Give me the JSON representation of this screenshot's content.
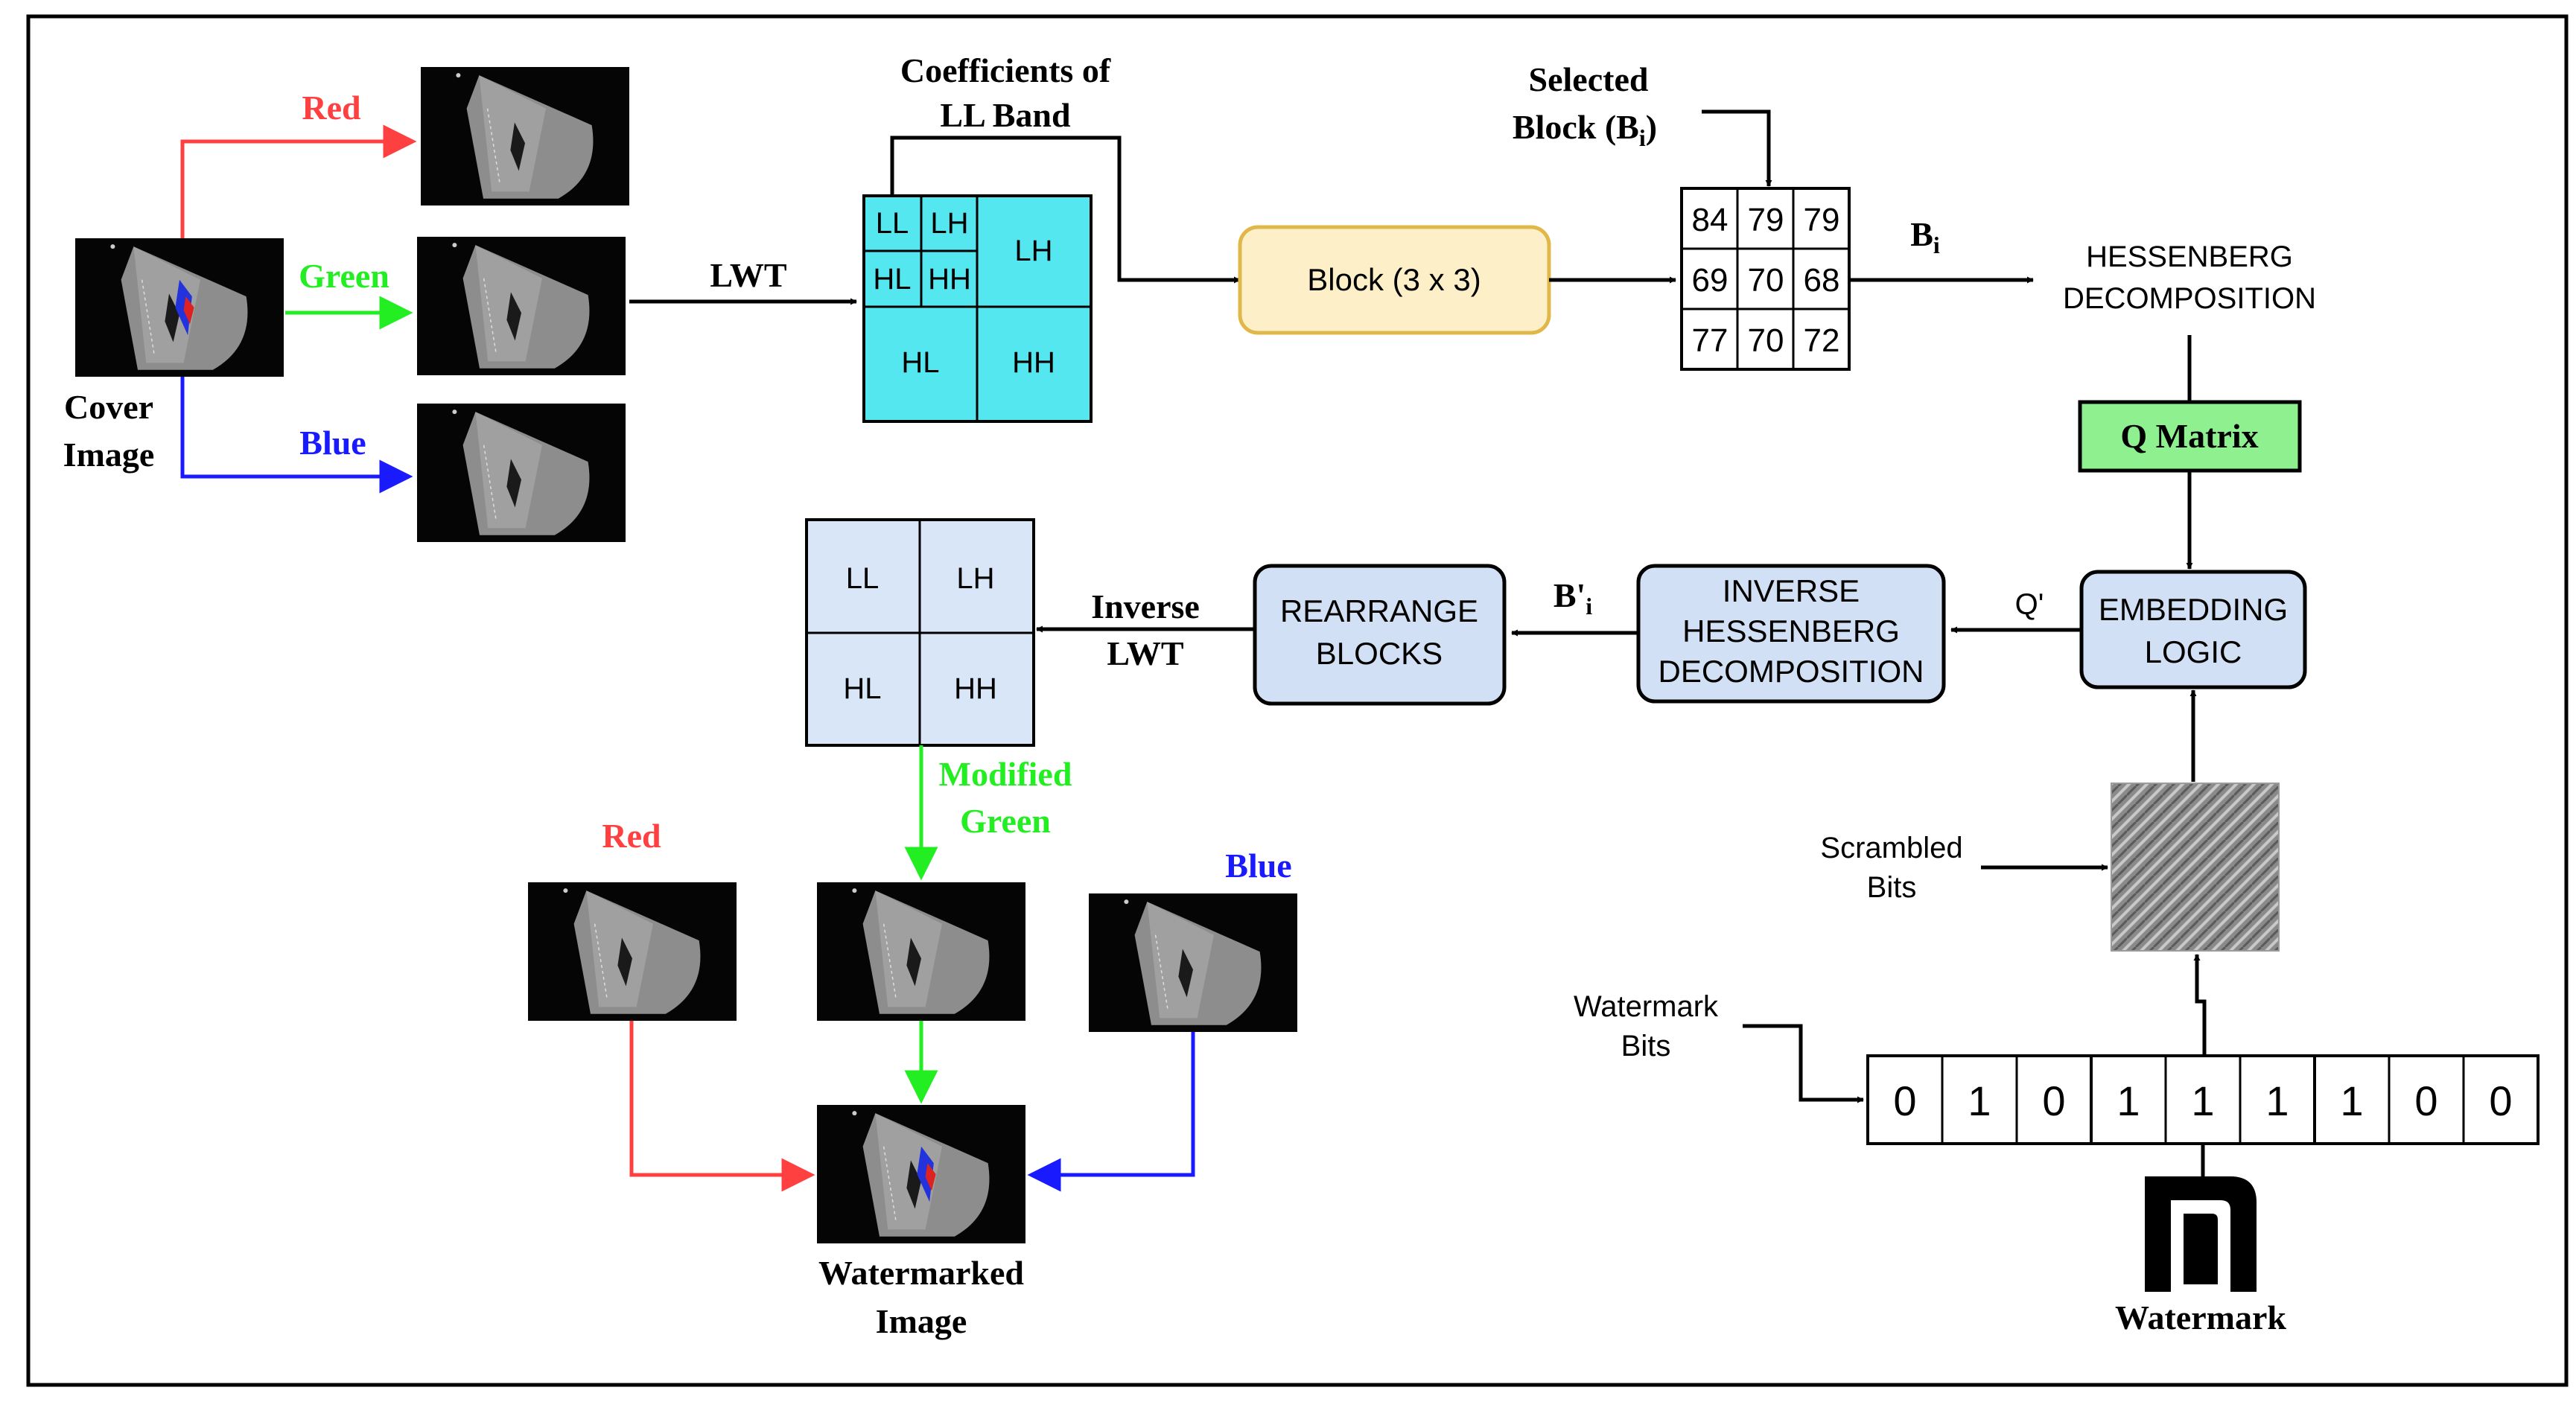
{
  "colors": {
    "red": "#ff4040",
    "green": "#22ee22",
    "blue": "#1a1aff",
    "cyan": "#55e7f0",
    "paleBlue": "#d9e6f8",
    "boxBlue": "#d2e0f5",
    "yellow": "#fdf0c8",
    "yellowBorder": "#e0b84a",
    "qGreen": "#8ef08e"
  },
  "labels": {
    "red_top": "Red",
    "green_top": "Green",
    "blue_top": "Blue",
    "cover_line1": "Cover",
    "cover_line2": "Image",
    "lwt": "LWT",
    "coeff_line1": "Coefficients of",
    "coeff_line2": "LL Band",
    "block": "Block (3 x 3)",
    "selected_line1": "Selected",
    "selected_line2": "Block (B",
    "selected_sub": "i",
    "selected_close": ")",
    "bi_main": "B",
    "bi_sub": "i",
    "hess_line1": "HESSENBERG",
    "hess_line2": "DECOMPOSITION",
    "q_matrix": "Q Matrix",
    "embed_line1": "EMBEDDING",
    "embed_line2": "LOGIC",
    "q_prime": "Q'",
    "inv_hess_line1": "INVERSE",
    "inv_hess_line2": "HESSENBERG",
    "inv_hess_line3": "DECOMPOSITION",
    "bpi_main": "B'",
    "bpi_sub": "i",
    "rearrange_line1": "REARRANGE",
    "rearrange_line2": "BLOCKS",
    "inv_lwt_line1": "Inverse",
    "inv_lwt_line2": "LWT",
    "modified_line1": "Modified",
    "modified_line2": "Green",
    "red_bottom": "Red",
    "blue_bottom": "Blue",
    "watermarked_line1": "Watermarked",
    "watermarked_line2": "Image",
    "scrambled_line1": "Scrambled",
    "scrambled_line2": "Bits",
    "wmbits_line1": "Watermark",
    "wmbits_line2": "Bits",
    "watermark": "Watermark"
  },
  "lwt_bands": {
    "sub": [
      "LL",
      "LH",
      "HL",
      "HH"
    ],
    "main": [
      "LH",
      "HL",
      "HH"
    ]
  },
  "inverse_bands": [
    "LL",
    "LH",
    "HL",
    "HH"
  ],
  "matrix": [
    [
      "84",
      "79",
      "79"
    ],
    [
      "69",
      "70",
      "68"
    ],
    [
      "77",
      "70",
      "72"
    ]
  ],
  "watermark_bits": [
    "0",
    "1",
    "0",
    "1",
    "1",
    "1",
    "1",
    "0",
    "0"
  ]
}
